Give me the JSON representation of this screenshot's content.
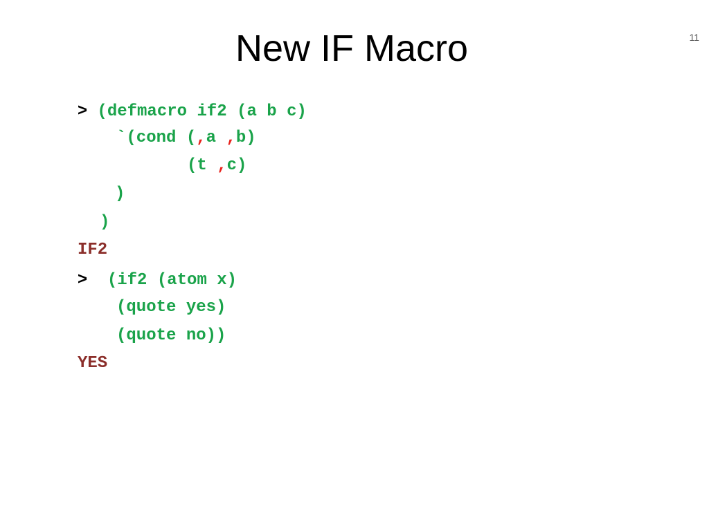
{
  "slide": {
    "title": "New IF Macro",
    "page_number": "11"
  },
  "code": {
    "prompt": ">",
    "line1": "(defmacro if2 (a b c)",
    "line2_a": "`(cond (",
    "line2_comma1": ",",
    "line2_b": "a ",
    "line2_comma2": ",",
    "line2_c": "b)",
    "line3_a": "(t ",
    "line3_comma": ",",
    "line3_b": "c)",
    "line4": ")",
    "line5": ")",
    "result1": "IF2",
    "line7": "(if2 (atom x)",
    "line8": "(quote yes)",
    "line9": "(quote no))",
    "result2": "YES"
  },
  "colors": {
    "code_green": "#1aa34a",
    "comma_red": "#e8221c",
    "result_brown": "#8b2e2a"
  }
}
